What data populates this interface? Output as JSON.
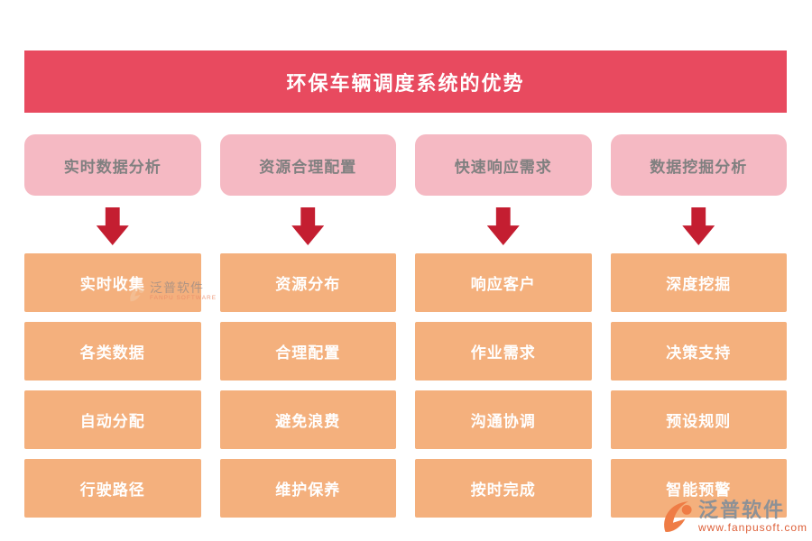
{
  "page": {
    "title": "环保车辆调度系统的优势"
  },
  "colors": {
    "banner": "#e84a5f",
    "category_bg": "#f5b9c3",
    "category_text": "#808080",
    "arrow": "#c41e31",
    "item_bg": "#f4b07d",
    "item_text": "#ffffff",
    "watermark_url": "#dd5f38",
    "logo_orange": "#ef7c45"
  },
  "columns": [
    {
      "header": "实时数据分析",
      "items": [
        "实时收集",
        "各类数据",
        "自动分配",
        "行驶路径"
      ]
    },
    {
      "header": "资源合理配置",
      "items": [
        "资源分布",
        "合理配置",
        "避免浪费",
        "维护保养"
      ]
    },
    {
      "header": "快速响应需求",
      "items": [
        "响应客户",
        "作业需求",
        "沟通协调",
        "按时完成"
      ]
    },
    {
      "header": "数据挖掘分析",
      "items": [
        "深度挖掘",
        "决策支持",
        "预设规则",
        "智能预警"
      ]
    }
  ],
  "watermark_inline": {
    "name": "泛普软件",
    "subtitle": "FANPU SOFTWARE"
  },
  "watermark_footer": {
    "name": "泛普软件",
    "url": "www.fanpusoft.com"
  }
}
